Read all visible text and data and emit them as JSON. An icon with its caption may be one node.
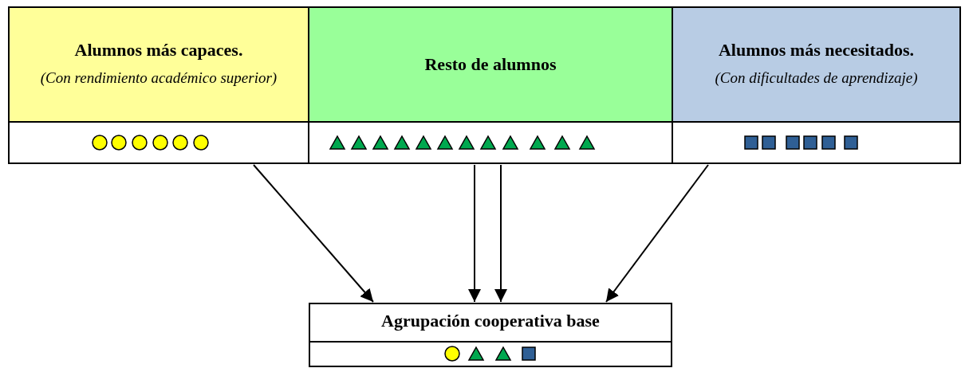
{
  "diagram": {
    "nodes": [
      {
        "text": [
          "Alumnos más capaces.",
          "(Con rendimiento académico superior)"
        ]
      },
      {
        "text": [
          "Resto de alumnos"
        ]
      },
      {
        "text": [
          "Alumnos más necesitados.",
          "(Con dificultades de aprendizaje)"
        ]
      },
      {
        "text": [],
        "shape": "box"
      },
      {
        "text": [],
        "shape": "box"
      },
      {
        "text": [],
        "shape": "box"
      },
      {
        "text": [
          "Agrupación cooperativa base"
        ]
      },
      {
        "text": [],
        "shape": "box",
        "in": 6
      }
    ],
    "edges": [
      {
        "from": 3,
        "to": 6,
        "arrow": "to"
      },
      {
        "from": 4,
        "to": 6,
        "arrow": "to"
      },
      {
        "from": 4,
        "to": 6,
        "arrow": "to"
      },
      {
        "from": 5,
        "to": 6,
        "arrow": "to"
      }
    ]
  }
}
